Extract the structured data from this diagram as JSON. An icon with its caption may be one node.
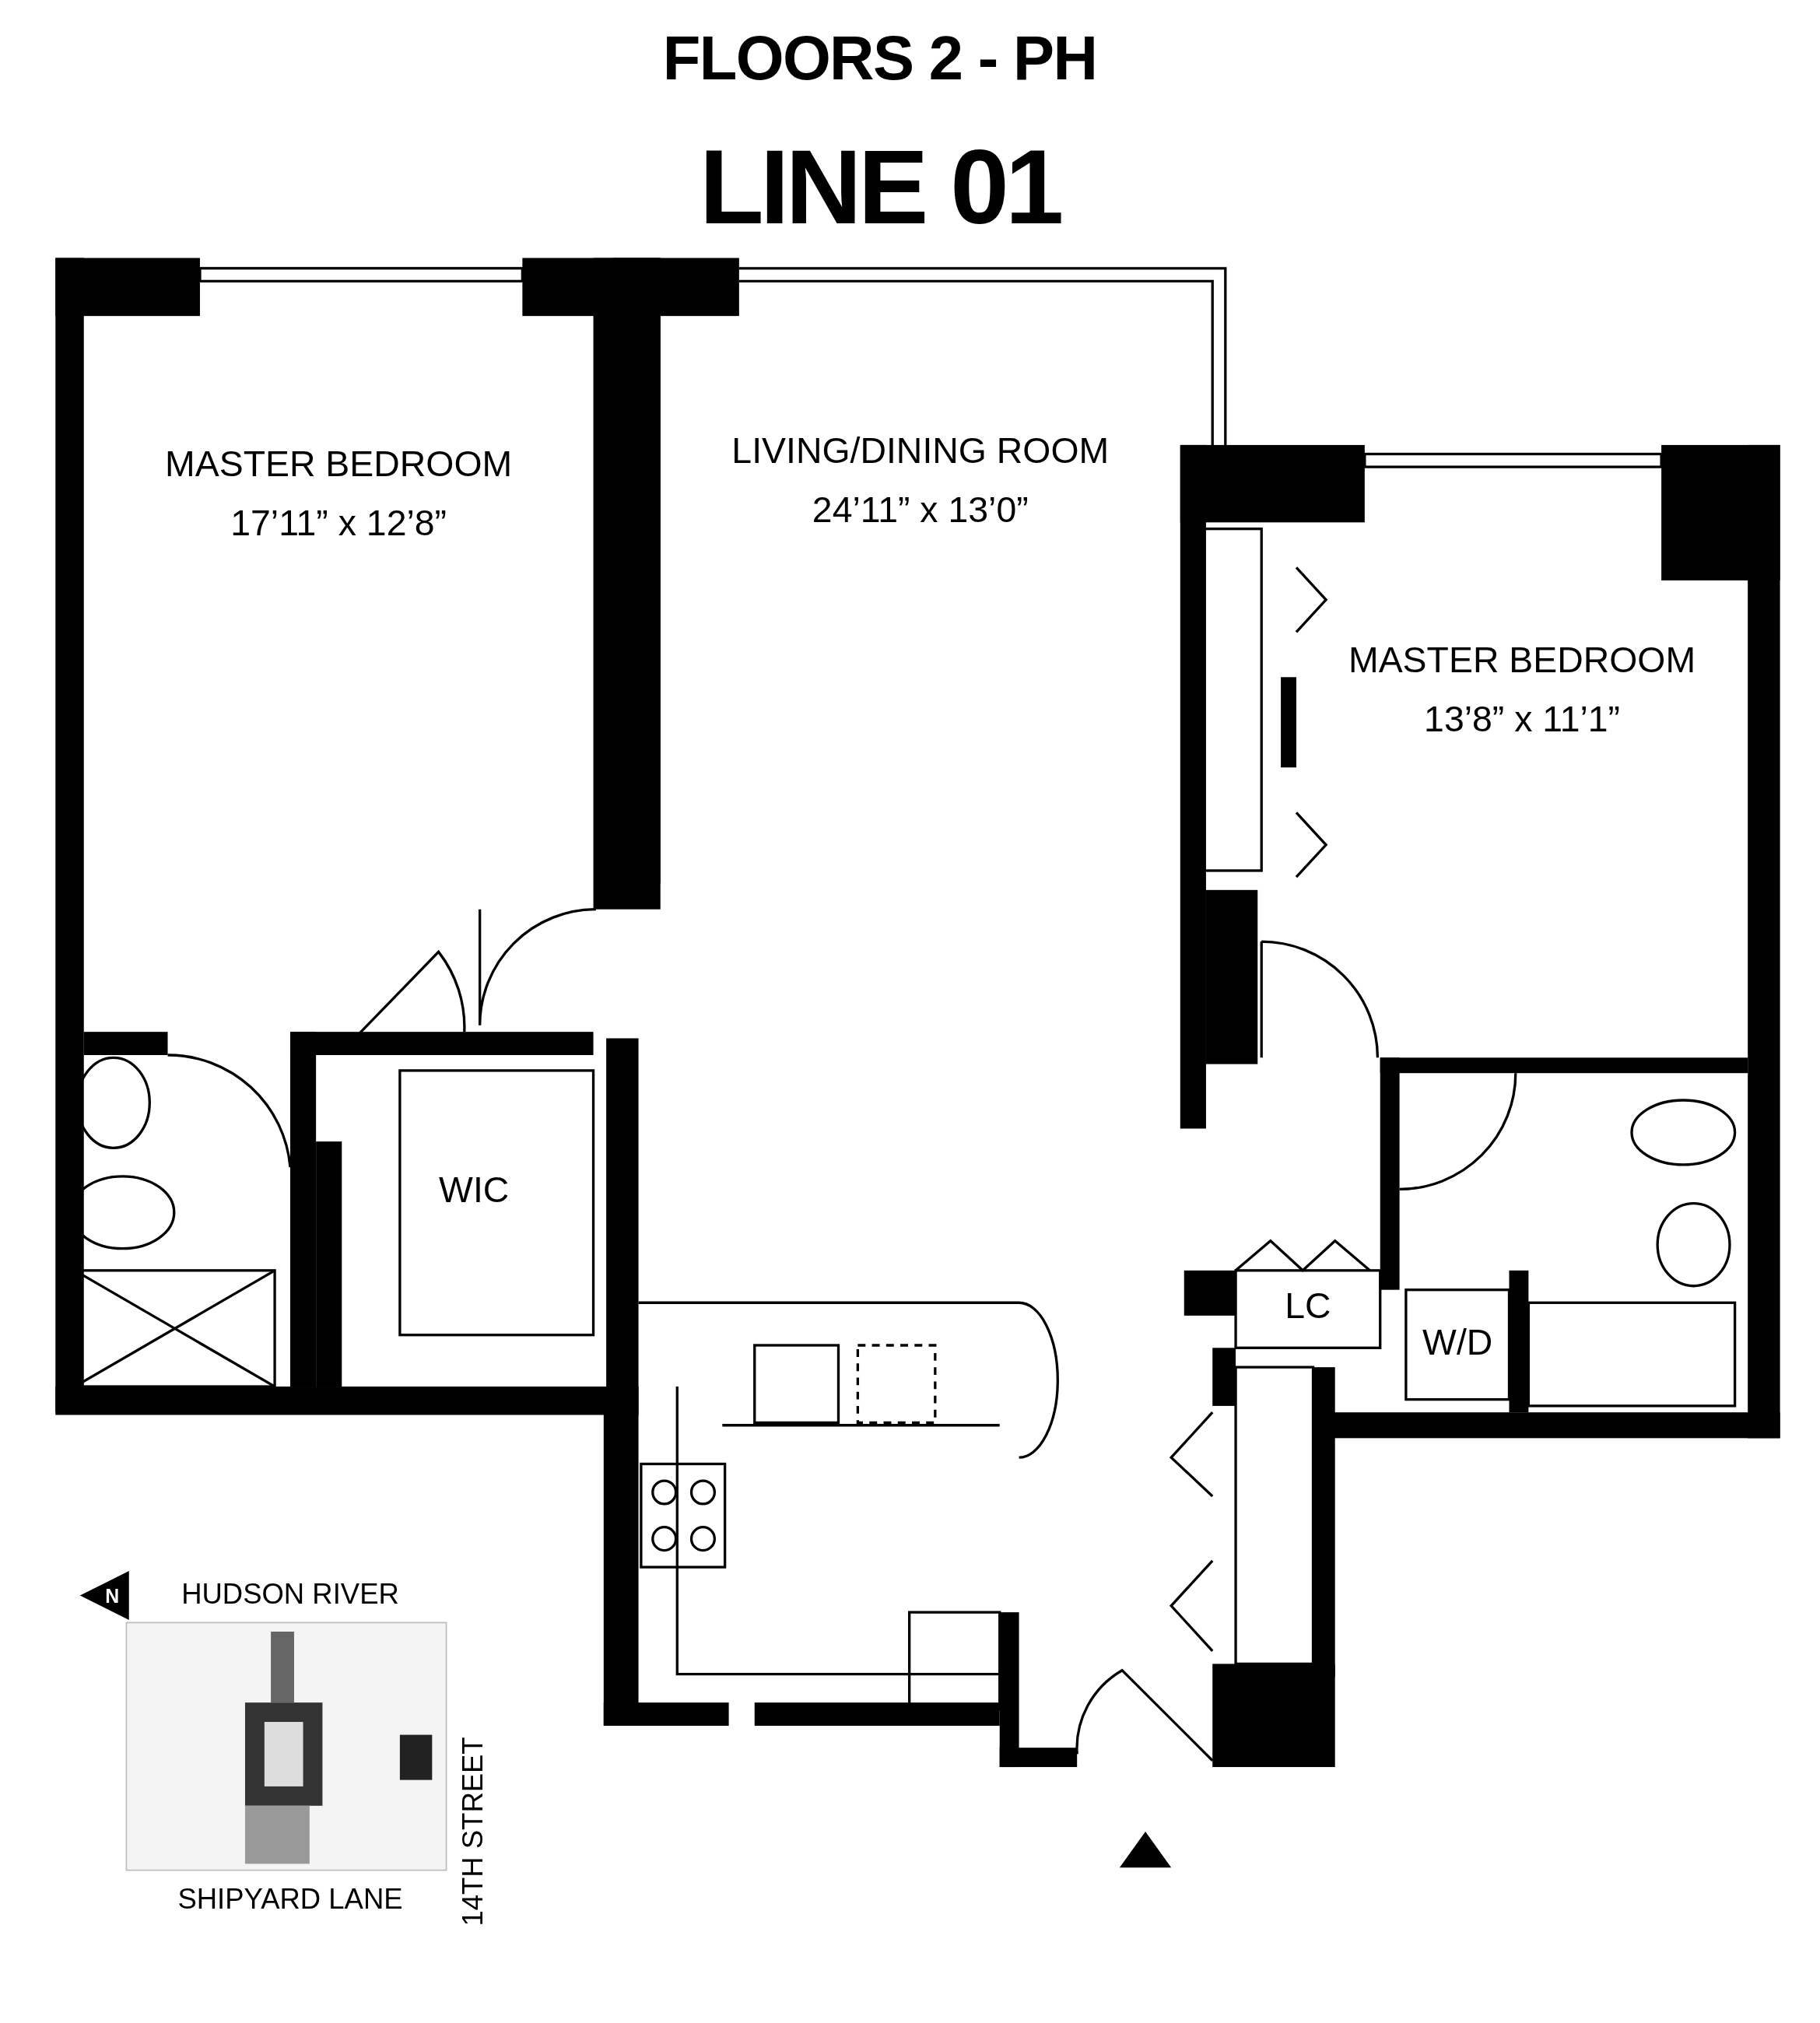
{
  "diagram": {
    "title": "FLOORS 2 - PH",
    "nodes": [
      {
        "text": [
          "MASTER BEDROOM",
          "17’11” x 12’8”"
        ]
      },
      {
        "text": [
          "LIVING/DINING ROOM",
          "24’11” x 13’0”"
        ]
      },
      {
        "text": [
          "MASTER BEDROOM",
          "13’8” x 11’1”"
        ]
      },
      {
        "text": [
          "WIC"
        ]
      },
      {
        "text": [
          "LC"
        ]
      },
      {
        "text": [
          "W/D"
        ]
      }
    ],
    "labels": [
      "LINE 01",
      "N",
      "HUDSON RIVER",
      "14TH STREET",
      "SHIPYARD LANE"
    ]
  }
}
